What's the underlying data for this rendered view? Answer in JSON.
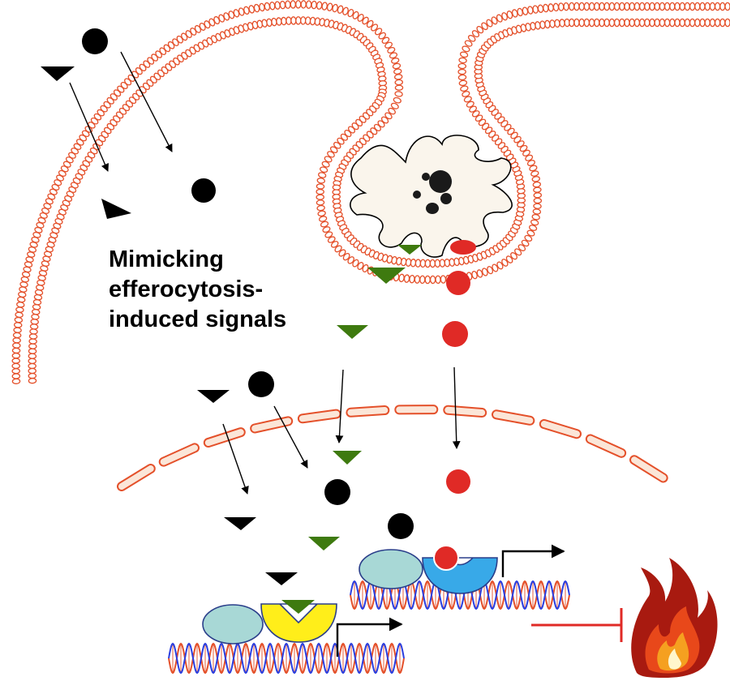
{
  "caption": {
    "line1": "Mimicking",
    "line2": "efferocytosis-",
    "line3": "induced signals"
  },
  "colors": {
    "membrane": "#e4502a",
    "nuclear_envelope_fill": "#fbe6d8",
    "apoptotic_body_fill": "#faf5ec",
    "ligand_black": "#000000",
    "ligand_green": "#3e7a0f",
    "ligand_red": "#e02a26",
    "dna_strand_a": "#e4502a",
    "dna_strand_b": "#2a3ee0",
    "coactivator_oval": "#a8d8d6",
    "receptor_yellow": "#ffee1a",
    "receptor_blue": "#38a9e8",
    "inhibition": "#e02a26",
    "flame_outer": "#a81a10",
    "flame_mid": "#e8481a",
    "flame_inner": "#f5a020"
  },
  "icons": {
    "inhibition": "t-bar-inhibition-icon",
    "inflammation": "flame-icon",
    "transcription_start": "bent-arrow-icon"
  }
}
